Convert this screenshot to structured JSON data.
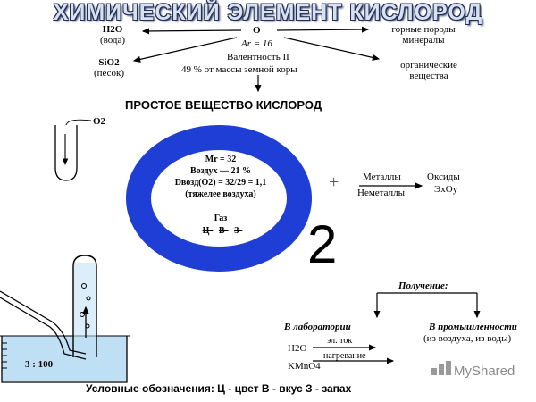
{
  "title": "ХИМИЧЕСКИЙ ЭЛЕМЕНТ КИСЛОРОД",
  "element": {
    "symbol": "O",
    "ar": "Ar = 16",
    "valence": "Валентность II",
    "earth_mass": "49 % от массы земной коры"
  },
  "compounds": {
    "water": {
      "formula": "H2O",
      "name": "(вода)"
    },
    "sand": {
      "formula": "SiO2",
      "name": "(песок)"
    },
    "rocks": [
      "горные породы",
      "минералы"
    ],
    "organic": [
      "органические",
      "вещества"
    ]
  },
  "simple_substance_title": "ПРОСТОЕ ВЕЩЕСТВО КИСЛОРОД",
  "tube_label": "O2",
  "molecule": {
    "big_letter": "O",
    "subscript": "2",
    "properties": [
      "Mr = 32",
      "Воздух — 21 %",
      "Dвозд(O2) = 32/29 = 1,1",
      "(тяжелее воздуха)"
    ],
    "state": "Газ",
    "state_marks": [
      "Ц",
      "В",
      "З"
    ]
  },
  "reactions": {
    "plus": "+",
    "reagents": [
      "Металлы",
      "Неметаллы"
    ],
    "product": "Оксиды",
    "product_formula": "ЭxOy"
  },
  "water_bath": {
    "ratio": "3 : 100"
  },
  "production": {
    "title": "Получение:",
    "lab": "В лаборатории",
    "industry": "В промышленности",
    "industry_note": "(из воздуха, из воды)",
    "lab_methods": [
      {
        "reagent": "H2O",
        "condition": "эл. ток"
      },
      {
        "reagent": "KMnO4",
        "condition": "нагревание"
      }
    ]
  },
  "legend": "Условные обозначения: Ц - цвет В - вкус З - запах",
  "watermark": "MyShared",
  "colors": {
    "accent": "#1e3ed6",
    "title_fill": "#d9e0ee",
    "title_stroke": "#1f2f57",
    "water": "#bfe0f4"
  }
}
